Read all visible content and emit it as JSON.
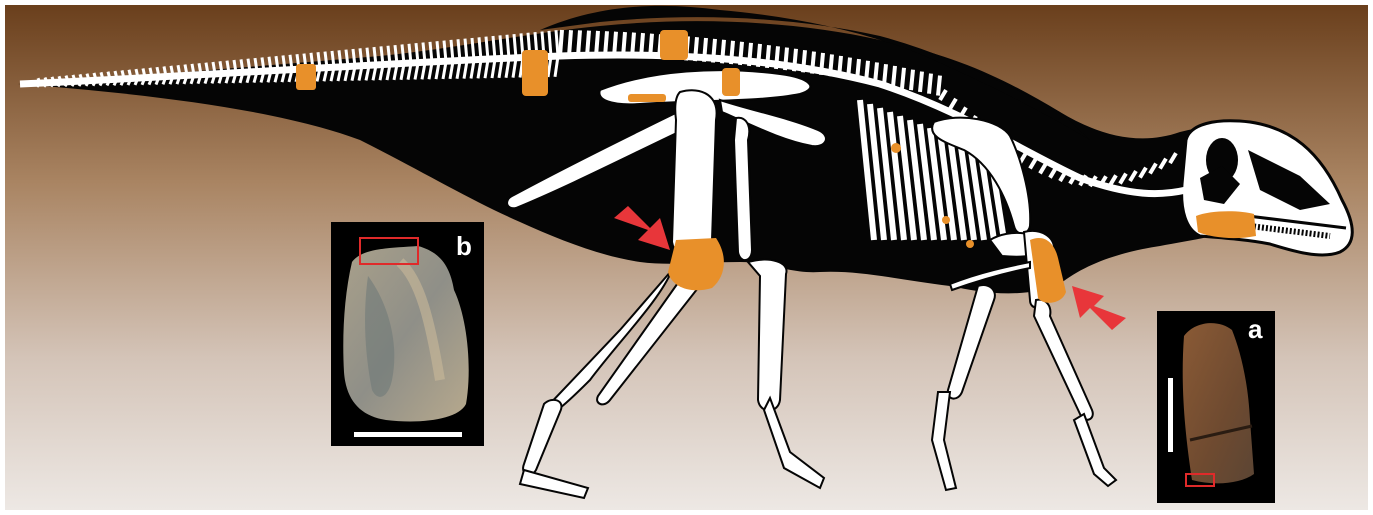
{
  "panels": {
    "b": {
      "label": "b"
    },
    "a": {
      "label": "a"
    }
  },
  "colors": {
    "background_top": "#6a3f1c",
    "background_bottom": "#ece6e2",
    "silhouette": "#050505",
    "bone": "#ffffff",
    "preserved_bone": "#e8902a",
    "arrow": "#e8363a",
    "inset_box": "#e02a2a"
  },
  "legend_semantics": {
    "preserved_bones_color": "orange",
    "arrows": [
      "arrow-to-femur",
      "arrow-to-humerus"
    ]
  }
}
